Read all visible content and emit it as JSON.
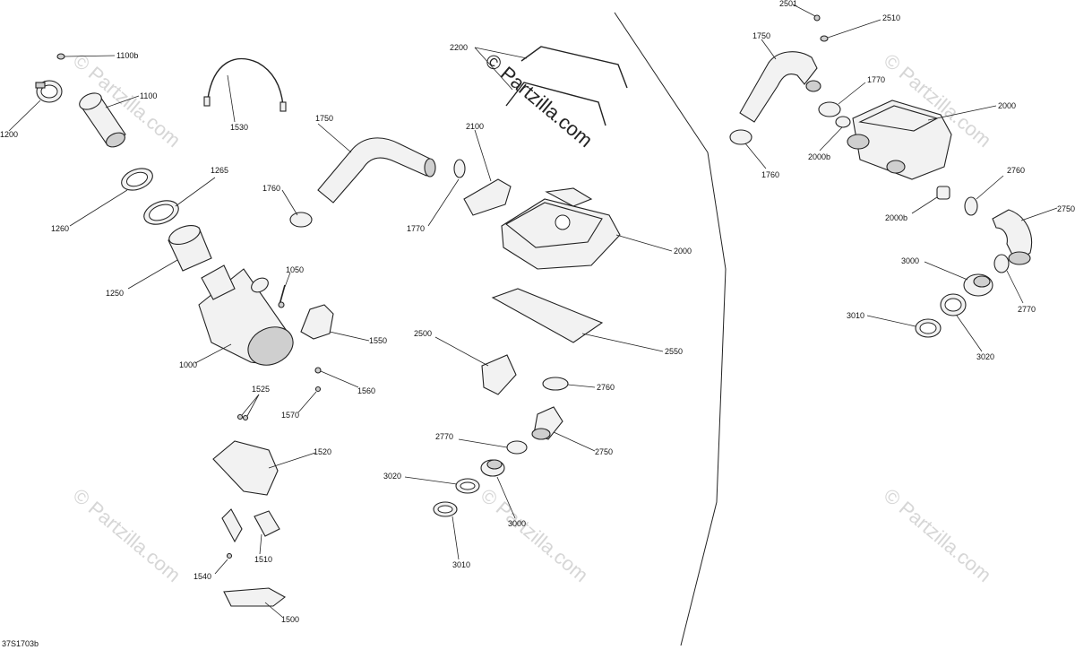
{
  "diagram_code": "37S1703b",
  "watermark_main": "© Partzilla.com",
  "watermark_small": "© Partzilla.com",
  "labels": {
    "l1100b": "1100b",
    "l1100": "1100",
    "l1200": "1200",
    "l1530": "1530",
    "l1750a": "1750",
    "l2200": "2200",
    "l2100": "2100",
    "l1760a": "1760",
    "l1770a": "1770",
    "l1265": "1265",
    "l1260": "1260",
    "l1250": "1250",
    "l1050": "1050",
    "l1550": "1550",
    "l1000": "1000",
    "l1560": "1560",
    "l1570": "1570",
    "l1525": "1525",
    "l1520": "1520",
    "l1510": "1510",
    "l1540": "1540",
    "l1500": "1500",
    "l2000a": "2000",
    "l2550": "2550",
    "l2500": "2500",
    "l2760a": "2760",
    "l2770a": "2770",
    "l2750a": "2750",
    "l3020a": "3020",
    "l3000a": "3000",
    "l3010a": "3010",
    "l2501": "2501",
    "l2510": "2510",
    "l1750b": "1750",
    "l1770b": "1770",
    "l2000b": "2000",
    "l2000bA": "2000b",
    "l1760b": "1760",
    "l2000bB": "2000b",
    "l2760b": "2760",
    "l2750b": "2750",
    "l3000b": "3000",
    "l2770b": "2770",
    "l3010b": "3010",
    "l3020b": "3020"
  }
}
